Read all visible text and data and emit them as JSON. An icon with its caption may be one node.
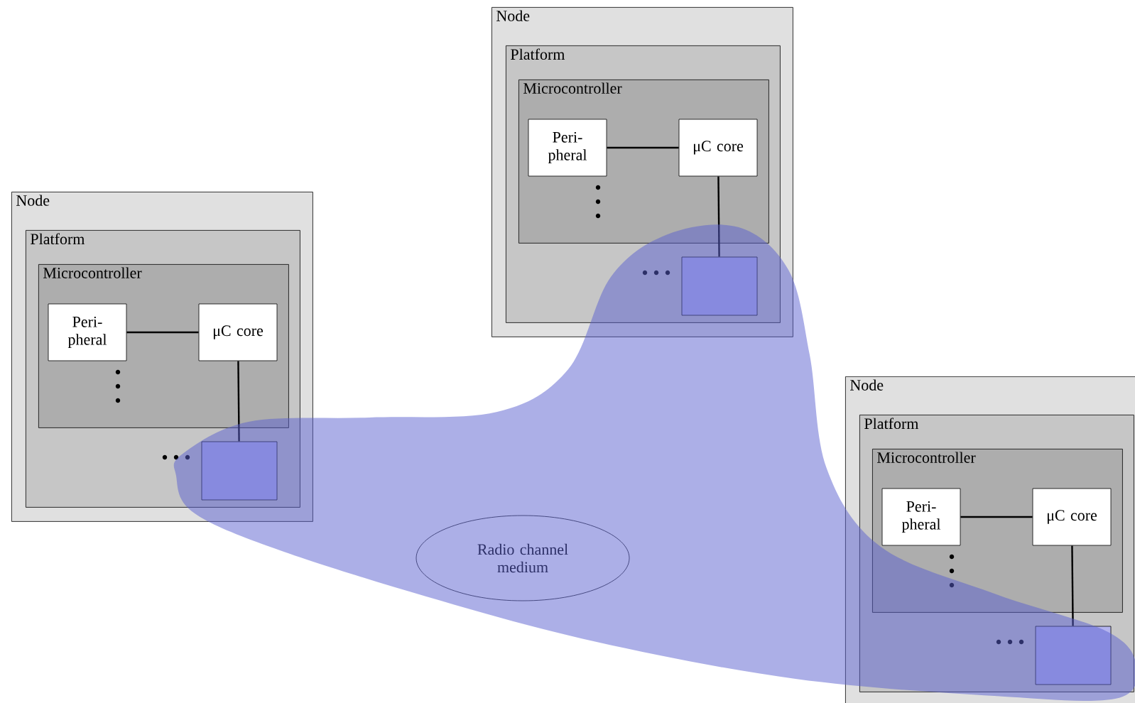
{
  "diagram": {
    "nodes": [
      {
        "text": [
          "Node"
        ]
      },
      {
        "text": [
          "Platform"
        ],
        "in": 0
      },
      {
        "text": [
          "Microcontroller"
        ],
        "in": 1
      },
      {
        "text": [
          "Peri- pheral"
        ],
        "in": 2
      },
      {
        "text": [
          "μC core"
        ],
        "in": 2
      },
      {
        "text": [],
        "shape": "box",
        "in": 1
      },
      {
        "text": [
          "Node"
        ]
      },
      {
        "text": [
          "Platform"
        ],
        "in": 6
      },
      {
        "text": [
          "Microcontroller"
        ],
        "in": 7
      },
      {
        "text": [
          "Peri- pheral"
        ],
        "in": 8
      },
      {
        "text": [
          "μC core"
        ],
        "in": 8
      },
      {
        "text": [],
        "shape": "box",
        "in": 7
      },
      {
        "text": [
          "Radio channel medium"
        ]
      },
      {
        "text": [
          "Node"
        ]
      },
      {
        "text": [
          "Platform"
        ],
        "in": 13
      },
      {
        "text": [
          "Microcontroller"
        ],
        "in": 14
      },
      {
        "text": [
          "Peri- pheral"
        ],
        "in": 15
      },
      {
        "text": [
          "μC core"
        ],
        "in": 15
      },
      {
        "text": [],
        "shape": "box",
        "in": 14
      }
    ],
    "edges": [
      {
        "from": 3,
        "to": 4,
        "arrow": "none"
      },
      {
        "from": 4,
        "to": 5,
        "arrow": "none"
      },
      {
        "from": 9,
        "to": 10,
        "arrow": "none"
      },
      {
        "from": 10,
        "to": 11,
        "arrow": "none"
      },
      {
        "from": 16,
        "to": 17,
        "arrow": "none"
      },
      {
        "from": 17,
        "to": 18,
        "arrow": "none"
      }
    ]
  }
}
